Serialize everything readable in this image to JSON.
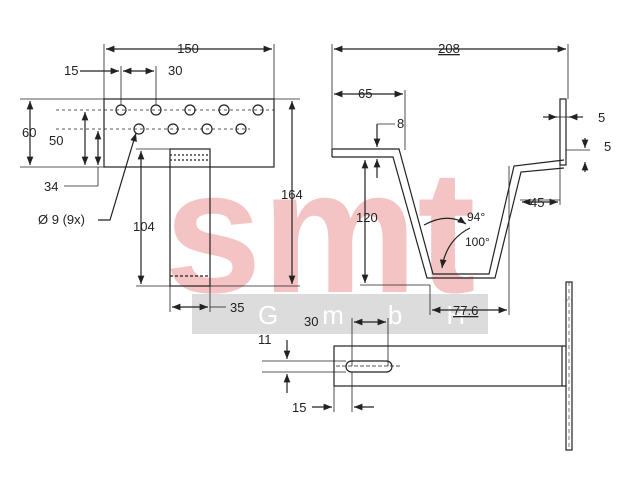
{
  "watermark": {
    "main_text": "smt",
    "sub_text": "GmbH",
    "main_color": "#f4c4c4",
    "band_color": "#dcdcdc"
  },
  "drawing": {
    "line_color": "#222222",
    "top_view": {
      "width": "150",
      "offset": "15",
      "pitch": "30",
      "height_a": "60",
      "height_b": "50",
      "height_c": "34",
      "hole": "Ø 9 (9x)",
      "neck_length": "104",
      "total_height": "164",
      "neck_width": "35"
    },
    "side_view": {
      "total_length": "208",
      "arm_length": "65",
      "thickness": "8",
      "plate_t1": "5",
      "plate_t2": "5",
      "drop": "120",
      "angle_1": "94°",
      "angle_2": "100°",
      "return_length": "45",
      "bottom_length": "77.6"
    },
    "bottom_view": {
      "slot_length": "30",
      "slot_width": "11",
      "slot_offset": "15"
    }
  }
}
